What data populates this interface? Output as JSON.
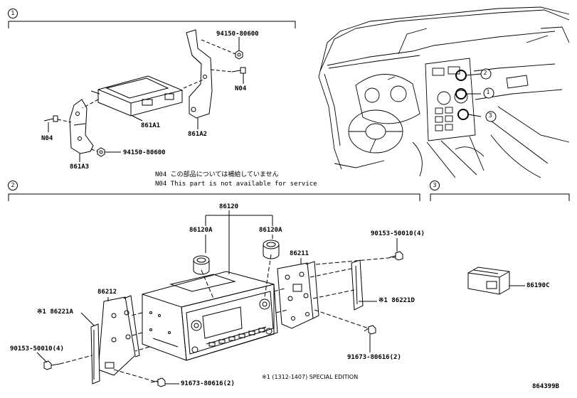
{
  "sections": {
    "s1": "1",
    "s2": "2",
    "s3": "3"
  },
  "dash_callouts": {
    "c1": "1",
    "c2": "2",
    "c3": "3"
  },
  "labels": {
    "p94150_top": "94150-80600",
    "n04_right": "N04",
    "n04_left": "N04",
    "p861A1": "861A1",
    "p861A2": "861A2",
    "p94150_bottom": "94150-80600",
    "p861A3": "861A3",
    "p86120": "86120",
    "p86120A_left": "86120A",
    "p86120A_right": "86120A",
    "p86211": "86211",
    "p90153_top": "90153-50010(4)",
    "p86212": "86212",
    "p86221A": "※1 86221A",
    "p86221D": "※1 86221D",
    "p90153_left": "90153-50010(4)",
    "p91673_right": "91673-80616(2)",
    "p91673_bottom": "91673-80616(2)",
    "p86190C": "86190C"
  },
  "notes": {
    "n04_jp": "N04 この部品については補給していません",
    "n04_en": "N04 This part is not available for service",
    "special": "※1 (1312-1407) SPECIAL EDITION"
  },
  "drawing_number": "864399B"
}
